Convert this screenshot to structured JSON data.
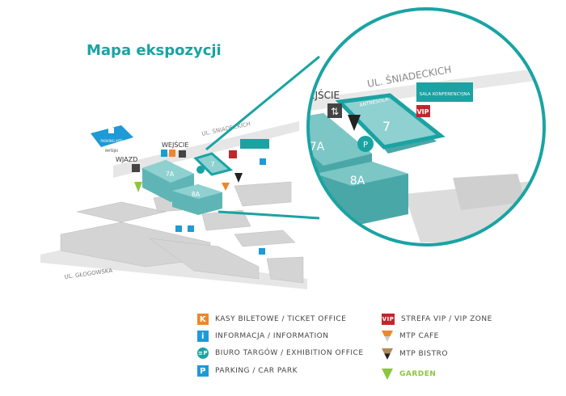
{
  "title": "Mapa ekspozycji",
  "map": {
    "street_top": "UL. ŚNIADECKICH",
    "street_bottom": "UL. GŁOGOWSKA",
    "entrance": "WEJŚCIE",
    "vehicle_entrance": "WJAZD",
    "parking_mtp": "PARKING MTP",
    "parking_mtp_sub": "MATEJKI",
    "mezzanine": "ANTRESOLA",
    "conference_hall": "SALA KONFERENCYJNA",
    "halls": [
      "7",
      "7A",
      "8A"
    ],
    "vip": "VIP",
    "k": "K",
    "i": "i",
    "p": "P"
  },
  "legend": [
    {
      "icon": "ticket-office-icon",
      "symbol": "K",
      "color": "#e8892e",
      "label": "KASY BILETOWE / TICKET OFFICE"
    },
    {
      "icon": "information-icon",
      "symbol": "i",
      "color": "#1e9ad6",
      "label": "INFORMACJA / INFORMATION"
    },
    {
      "icon": "exhibition-office-icon",
      "symbol": "≡P",
      "color": "#1aa3a3",
      "label": "BIURO TARGÓW / EXHIBITION OFFICE"
    },
    {
      "icon": "parking-icon",
      "symbol": "P",
      "color": "#1e9ad6",
      "label": "PARKING / CAR PARK"
    },
    {
      "icon": "vip-icon",
      "symbol": "VIP",
      "color": "#c0272d",
      "label": "STREFA VIP / VIP ZONE"
    },
    {
      "icon": "cafe-icon",
      "symbol": "",
      "color": "#e8892e",
      "label": "MTP CAFE"
    },
    {
      "icon": "bistro-icon",
      "symbol": "",
      "color": "#b08a5a",
      "label": "MTP BISTRO"
    },
    {
      "icon": "garden-icon",
      "symbol": "",
      "color": "#8cc63f",
      "label": "GARDEN"
    }
  ]
}
